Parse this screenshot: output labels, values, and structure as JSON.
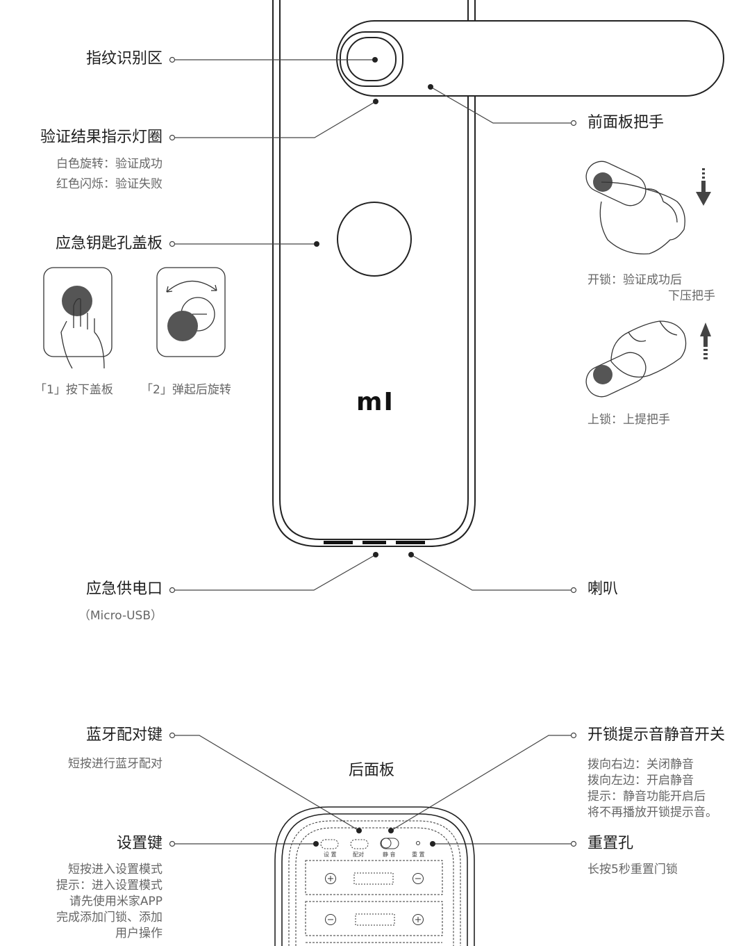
{
  "brand": "mI",
  "front": {
    "fingerprint": "指纹识别区",
    "ring": "验证结果指示灯圈",
    "ring_desc": [
      "白色旋转：验证成功",
      "红色闪烁：验证失败"
    ],
    "keyhole": "应急钥匙孔盖板",
    "step1": "「1」按下盖板",
    "step2": "「2」弹起后旋转",
    "power": "应急供电口",
    "power_desc": "（Micro-USB）",
    "handle": "前面板把手",
    "unlock_desc": [
      "开锁：验证成功后",
      "下压把手"
    ],
    "lock_desc": "上锁：上提把手",
    "speaker": "喇叭"
  },
  "back": {
    "title": "后面板",
    "bt": "蓝牙配对键",
    "bt_desc": "短按进行蓝牙配对",
    "mute": "开锁提示音静音开关",
    "mute_desc": [
      "拨向右边：关闭静音",
      "拨向左边：开启静音",
      "提示：静音功能开启后",
      "将不再播放开锁提示音。"
    ],
    "setting": "设置键",
    "setting_desc": [
      "短按进入设置模式",
      "提示：进入设置模式",
      "请先使用米家APP",
      "完成添加门锁、添加",
      "用户操作"
    ],
    "reset": "重置孔",
    "reset_desc": "长按5秒重置门锁",
    "button_labels": [
      "设 置",
      "配对",
      "静 音",
      "重 置"
    ]
  }
}
